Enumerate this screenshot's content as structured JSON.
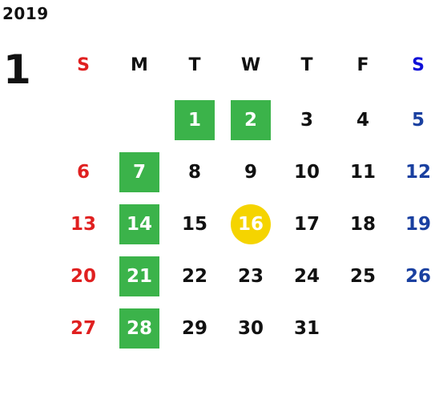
{
  "calendar": {
    "year": "2019",
    "month": "1",
    "weekdays": [
      "S",
      "M",
      "T",
      "W",
      "T",
      "F",
      "S"
    ],
    "weeks": [
      [
        "",
        "",
        "1",
        "2",
        "3",
        "4",
        "5"
      ],
      [
        "6",
        "7",
        "8",
        "9",
        "10",
        "11",
        "12"
      ],
      [
        "13",
        "14",
        "15",
        "16",
        "17",
        "18",
        "19"
      ],
      [
        "20",
        "21",
        "22",
        "23",
        "24",
        "25",
        "26"
      ],
      [
        "27",
        "28",
        "29",
        "30",
        "31",
        "",
        ""
      ]
    ],
    "highlighted_days": [
      "1",
      "2",
      "7",
      "14",
      "21",
      "28"
    ],
    "today": "16",
    "colors": {
      "sunday": "#e02020",
      "saturday": "#1a40a0",
      "highlight": "#3bb34a",
      "today": "#f5d400"
    }
  }
}
